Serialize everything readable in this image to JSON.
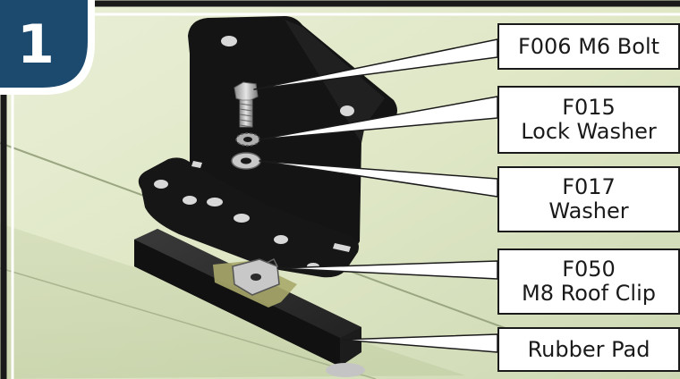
{
  "step": {
    "number": "1"
  },
  "callouts": [
    {
      "lines": [
        "F006 M6 Bolt"
      ]
    },
    {
      "lines": [
        "F015",
        "Lock Washer"
      ]
    },
    {
      "lines": [
        "F017",
        "Washer"
      ]
    },
    {
      "lines": [
        "F050",
        "M8 Roof Clip"
      ]
    },
    {
      "lines": [
        "Rubber Pad"
      ]
    }
  ],
  "colors": {
    "badge_fill": "#1c4a6e",
    "frame": "#1a1a1a",
    "background": "#dfe7c8",
    "bracket": "#151515",
    "pad": "#1e1e1e",
    "metal": "#b9b9b9"
  }
}
